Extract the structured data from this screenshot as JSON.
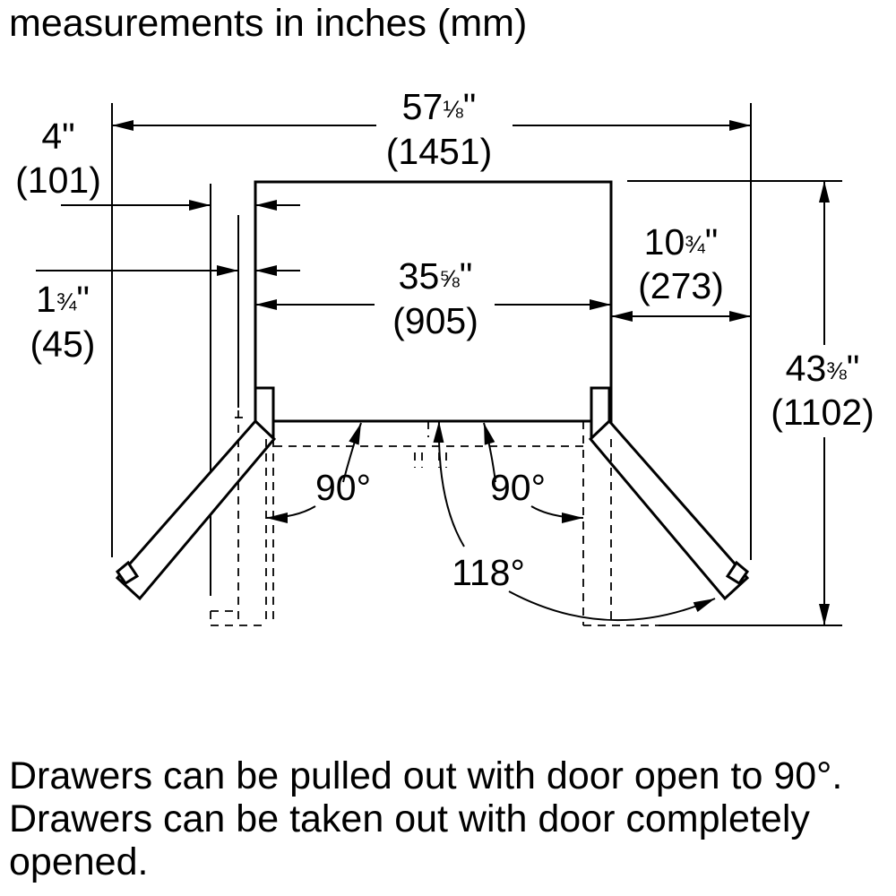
{
  "heading": "measurements in inches (mm)",
  "dimensions": {
    "overall_width": {
      "whole": "57",
      "frac": "⅛",
      "mm": "(1451)"
    },
    "cabinet_width": {
      "whole": "35",
      "frac": "⅝",
      "mm": "(905)"
    },
    "door_clearance": {
      "whole": "4",
      "frac": "",
      "mm": "(101)"
    },
    "handle_clearance": {
      "whole": "1",
      "frac": "¾",
      "mm": "(45)"
    },
    "side_extension": {
      "whole": "10",
      "frac": "¾",
      "mm": "(273)"
    },
    "overall_depth": {
      "whole": "43",
      "frac": "⅜",
      "mm": "(1102)"
    },
    "inch_mark": "\""
  },
  "angles": {
    "left_door": "90°",
    "right_door": "90°",
    "full_open": "118°"
  },
  "note": "Drawers can be pulled out with door open to 90°. Drawers can be taken out with door completely opened."
}
